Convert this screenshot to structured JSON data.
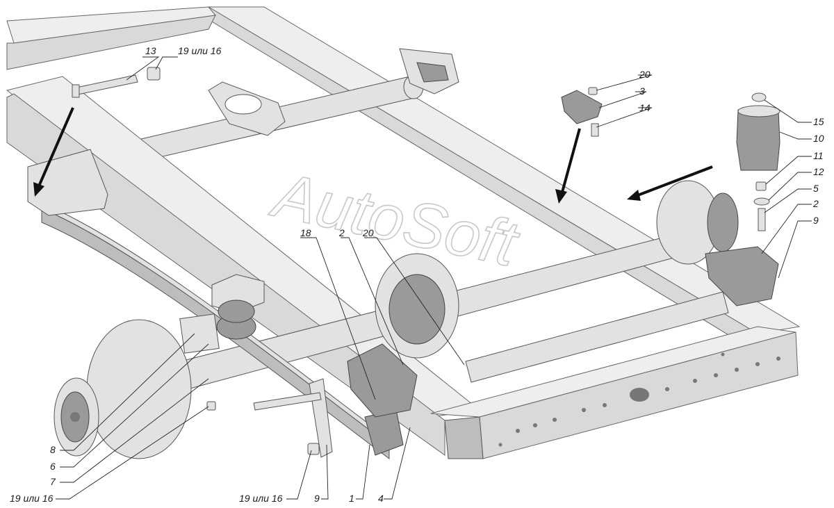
{
  "watermark": "AutoSoft",
  "callouts": [
    {
      "id": "c13",
      "text": "13"
    },
    {
      "id": "c19a",
      "text": "19 или 16"
    },
    {
      "id": "c20a",
      "text": "20"
    },
    {
      "id": "c3",
      "text": "3"
    },
    {
      "id": "c14",
      "text": "14"
    },
    {
      "id": "c15",
      "text": "15"
    },
    {
      "id": "c10",
      "text": "10"
    },
    {
      "id": "c11",
      "text": "11"
    },
    {
      "id": "c12",
      "text": "12"
    },
    {
      "id": "c5",
      "text": "5"
    },
    {
      "id": "c2a",
      "text": "2"
    },
    {
      "id": "c9a",
      "text": "9"
    },
    {
      "id": "c18",
      "text": "18"
    },
    {
      "id": "c2b",
      "text": "2"
    },
    {
      "id": "c20b",
      "text": "20"
    },
    {
      "id": "c8",
      "text": "8"
    },
    {
      "id": "c6",
      "text": "6"
    },
    {
      "id": "c7",
      "text": "7"
    },
    {
      "id": "c19b",
      "text": "19 или 16"
    },
    {
      "id": "c19c",
      "text": "19 или 16"
    },
    {
      "id": "c9b",
      "text": "9"
    },
    {
      "id": "c1",
      "text": "1"
    },
    {
      "id": "c4",
      "text": "4"
    }
  ]
}
